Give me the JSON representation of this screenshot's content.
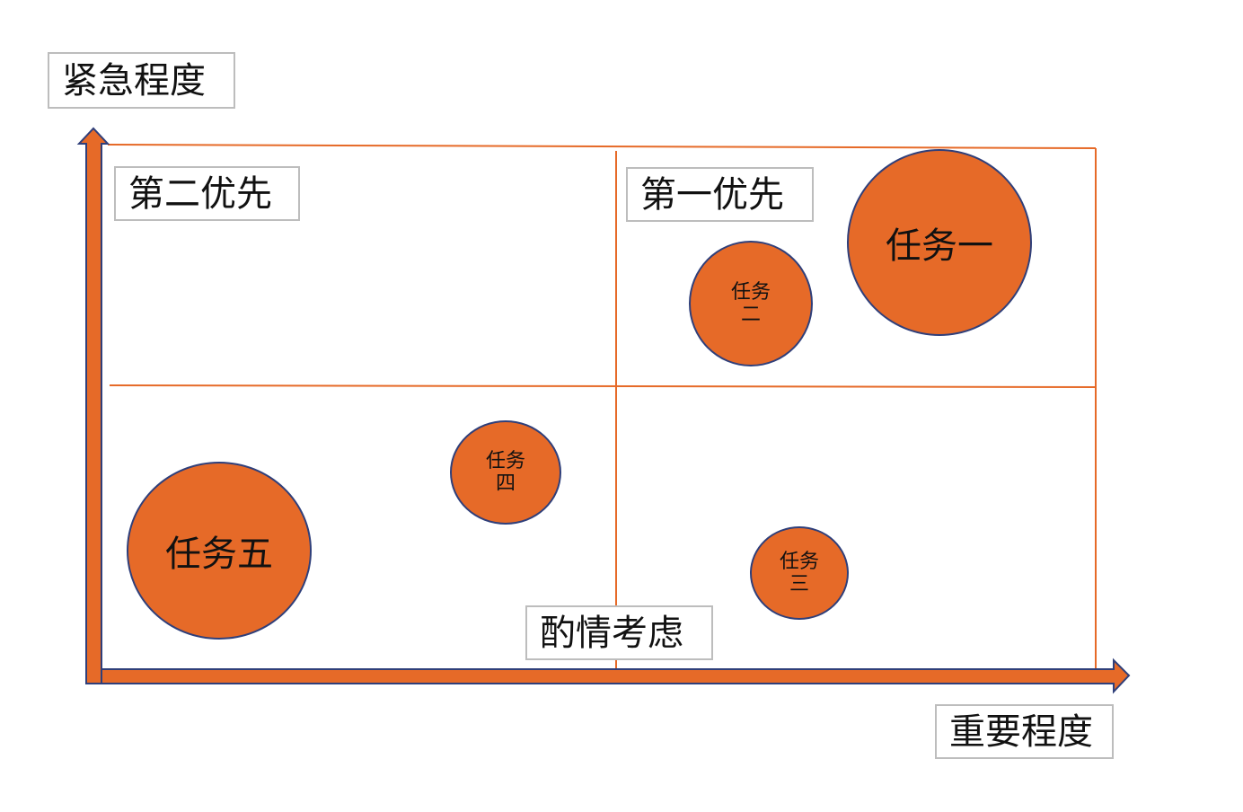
{
  "colors": {
    "accent": "#e66a28",
    "outline": "#2f3f7a",
    "box_border": "#bdbdbd"
  },
  "axes": {
    "y_label": "紧急程度",
    "x_label": "重要程度",
    "middle_label": "酌情考虑"
  },
  "quadrants": {
    "top_left": "第二优先",
    "top_right": "第一优先"
  },
  "tasks": [
    {
      "id": "t1",
      "label": "任务一"
    },
    {
      "id": "t2",
      "label": "任务二"
    },
    {
      "id": "t3",
      "label": "任务三"
    },
    {
      "id": "t4",
      "label": "任务四"
    },
    {
      "id": "t5",
      "label": "任务五"
    }
  ]
}
